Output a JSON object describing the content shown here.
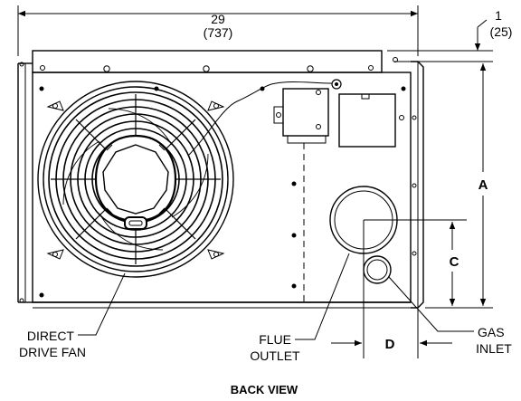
{
  "dimensions": {
    "width_in": "29",
    "width_mm": "(737)",
    "top_in": "1",
    "top_mm": "(25)",
    "a": "A",
    "c": "C",
    "d": "D"
  },
  "labels": {
    "fan_line1": "DIRECT",
    "fan_line2": "DRIVE FAN",
    "flue_line1": "FLUE",
    "flue_line2": "OUTLET",
    "gas_line1": "GAS",
    "gas_line2": "INLET"
  },
  "caption": "BACK VIEW"
}
